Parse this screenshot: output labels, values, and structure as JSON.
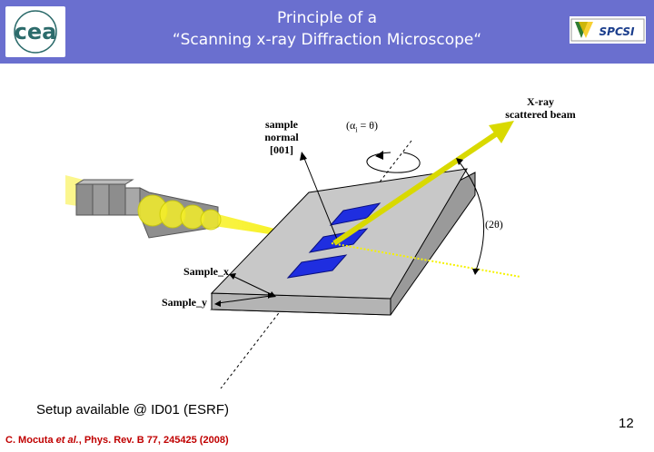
{
  "header": {
    "title_line1": "Principle of a",
    "title_line2": "“Scanning x-ray Diffraction Microscope“",
    "logo_left_text": "cea",
    "logo_right_text": "SPCSI"
  },
  "diagram": {
    "sample_normal_label": [
      "sample",
      "normal",
      "[001]"
    ],
    "rotation_label_prefix": "(α",
    "rotation_label_sub": "i",
    "rotation_label_suffix": " = θ)",
    "scattered_label": [
      "X-ray",
      "scattered beam"
    ],
    "two_theta_label": "(2θ)",
    "sample_x_label": "Sample_x",
    "sample_y_label": "Sample_y"
  },
  "footer": {
    "caption": "Setup available @ ID01 (ESRF)",
    "page_number": "12",
    "reference_prefix": "C. Mocuta ",
    "reference_etal": "et al.",
    "reference_suffix": ", Phys. Rev. B 77, 245425 (2008)"
  },
  "colors": {
    "header_bg": "#6a6fcf",
    "beam_yellow": "#f5f200",
    "pad_blue": "#1f2ee0",
    "reference_red": "#c00000",
    "sample_top": "#c8c8c8",
    "sample_side": "#9a9a9a"
  }
}
